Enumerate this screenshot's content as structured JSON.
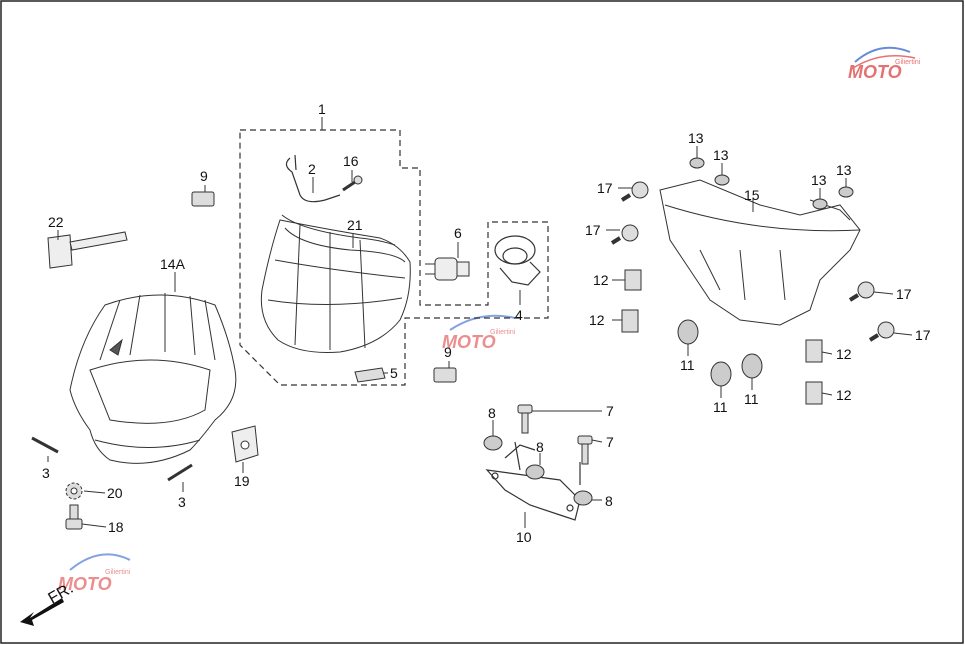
{
  "diagram": {
    "border_color": "#222222",
    "line_color": "#333333",
    "parts": [
      {
        "id": "p1",
        "label": "1"
      },
      {
        "id": "p2",
        "label": "2"
      },
      {
        "id": "p3a",
        "label": "3"
      },
      {
        "id": "p3b",
        "label": "3"
      },
      {
        "id": "p4",
        "label": "4"
      },
      {
        "id": "p5",
        "label": "5"
      },
      {
        "id": "p6",
        "label": "6"
      },
      {
        "id": "p7a",
        "label": "7"
      },
      {
        "id": "p7b",
        "label": "7"
      },
      {
        "id": "p8a",
        "label": "8"
      },
      {
        "id": "p8b",
        "label": "8"
      },
      {
        "id": "p8c",
        "label": "8"
      },
      {
        "id": "p9a",
        "label": "9"
      },
      {
        "id": "p9b",
        "label": "9"
      },
      {
        "id": "p10",
        "label": "10"
      },
      {
        "id": "p11a",
        "label": "11"
      },
      {
        "id": "p11b",
        "label": "11"
      },
      {
        "id": "p11c",
        "label": "11"
      },
      {
        "id": "p12a",
        "label": "12"
      },
      {
        "id": "p12b",
        "label": "12"
      },
      {
        "id": "p12c",
        "label": "12"
      },
      {
        "id": "p12d",
        "label": "12"
      },
      {
        "id": "p13a",
        "label": "13"
      },
      {
        "id": "p13b",
        "label": "13"
      },
      {
        "id": "p13c",
        "label": "13"
      },
      {
        "id": "p13d",
        "label": "13"
      },
      {
        "id": "p14a",
        "label": "14A"
      },
      {
        "id": "p15",
        "label": "15"
      },
      {
        "id": "p16",
        "label": "16"
      },
      {
        "id": "p17a",
        "label": "17"
      },
      {
        "id": "p17b",
        "label": "17"
      },
      {
        "id": "p17c",
        "label": "17"
      },
      {
        "id": "p17d",
        "label": "17"
      },
      {
        "id": "p18",
        "label": "18"
      },
      {
        "id": "p19",
        "label": "19"
      },
      {
        "id": "p20",
        "label": "20"
      },
      {
        "id": "p21",
        "label": "21"
      },
      {
        "id": "p22",
        "label": "22"
      }
    ],
    "direction_label": "FR.",
    "watermark": {
      "text": "MOTO",
      "subtext": "Giliertini",
      "colors": [
        "#d44",
        "#36c",
        "#999"
      ]
    }
  }
}
